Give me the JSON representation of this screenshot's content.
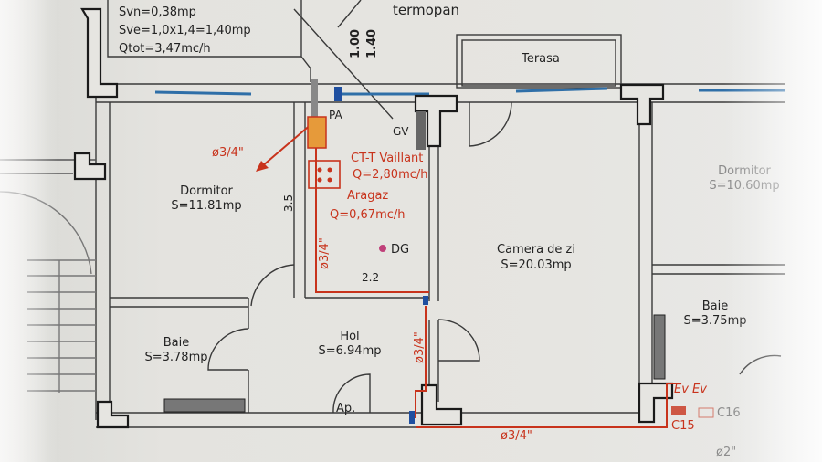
{
  "top_box": {
    "line1": "Svn=0,38mp",
    "line2": "Sve=1,0x1,4=1,40mp",
    "line3": "Qtot=3,47mc/h"
  },
  "window_note": "termopan",
  "window_dims": {
    "width": "1.00",
    "height": "1.40"
  },
  "rooms": [
    {
      "name": "Terasa",
      "area": ""
    },
    {
      "name": "Dormitor",
      "area": "S=11.81mp"
    },
    {
      "name": "Camera de zi",
      "area": "S=20.03mp"
    },
    {
      "name": "Dormitor",
      "area": "S=10.60mp"
    },
    {
      "name": "Baie",
      "area": "S=3.78mp"
    },
    {
      "name": "Hol",
      "area": "S=6.94mp"
    },
    {
      "name": "Baie",
      "area": "S=3.75mp"
    }
  ],
  "labels": {
    "pa": "PA",
    "gv": "GV",
    "dg": "DG",
    "entrance": "Ap.",
    "dim_35": "3.5",
    "dim_22": "2.2"
  },
  "gas": {
    "boiler": "CT-T Vaillant",
    "boiler_flow": "Q=2,80mc/h",
    "stove": "Aragaz",
    "stove_flow": "Q=0,67mc/h",
    "pipe_a": "ø3/4\"",
    "pipe_b": "ø3/4\"",
    "pipe_c": "ø3/4\"",
    "pipe_d": "ø3/4\"",
    "meters": "Ev Ev",
    "counter_1": "C15",
    "counter_2": "C16",
    "pipe_main": "ø2\""
  },
  "colors": {
    "gas_pipe": "#c8331c",
    "window": "#2f6fa8",
    "wall": "#2a2a2a"
  }
}
